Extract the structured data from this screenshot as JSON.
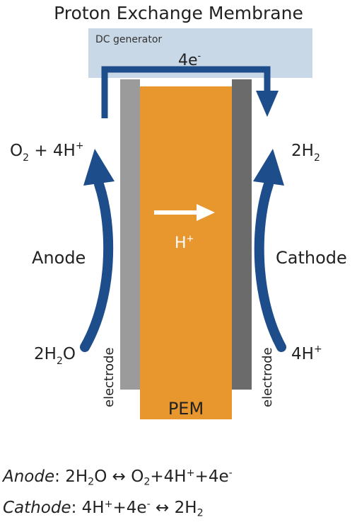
{
  "title": "Proton Exchange Membrane",
  "generator_label": "DC generator",
  "electrons_label": "4e",
  "electrons_sup": "-",
  "proton_label": "H",
  "proton_sup": "+",
  "pem_label": "PEM",
  "anode_label": "Anode",
  "cathode_label": "Cathode",
  "electrode_label": "electrode",
  "anode_top": {
    "a": "O",
    "a_sub": "2",
    "b": " + 4H",
    "b_sup": "+"
  },
  "anode_bottom": {
    "a": "2H",
    "a_sub": "2",
    "b": "O"
  },
  "cathode_top": {
    "a": "2H",
    "a_sub": "2"
  },
  "cathode_bottom": {
    "a": "4H",
    "a_sup": "+"
  },
  "equations": {
    "anode": {
      "label": "Anode",
      "colon": ": 2H",
      "s1": "2",
      "t1": "O ↔ O",
      "s2": "2",
      "t2": "+4H",
      "s3": "+",
      "t3": "+4e",
      "s4": "-"
    },
    "cathode": {
      "label": "Cathode",
      "colon": ": 4H",
      "s1": "+",
      "t1": "+4e",
      "s2": "-",
      "t2": " ↔ 2H",
      "s3": "2"
    }
  },
  "colors": {
    "generator_box": "#c9d8e6",
    "arrow_blue": "#1e4d8c",
    "electrode_left": "#9b9b9b",
    "electrode_right": "#6b6b6b",
    "pem": "#e8962e"
  }
}
